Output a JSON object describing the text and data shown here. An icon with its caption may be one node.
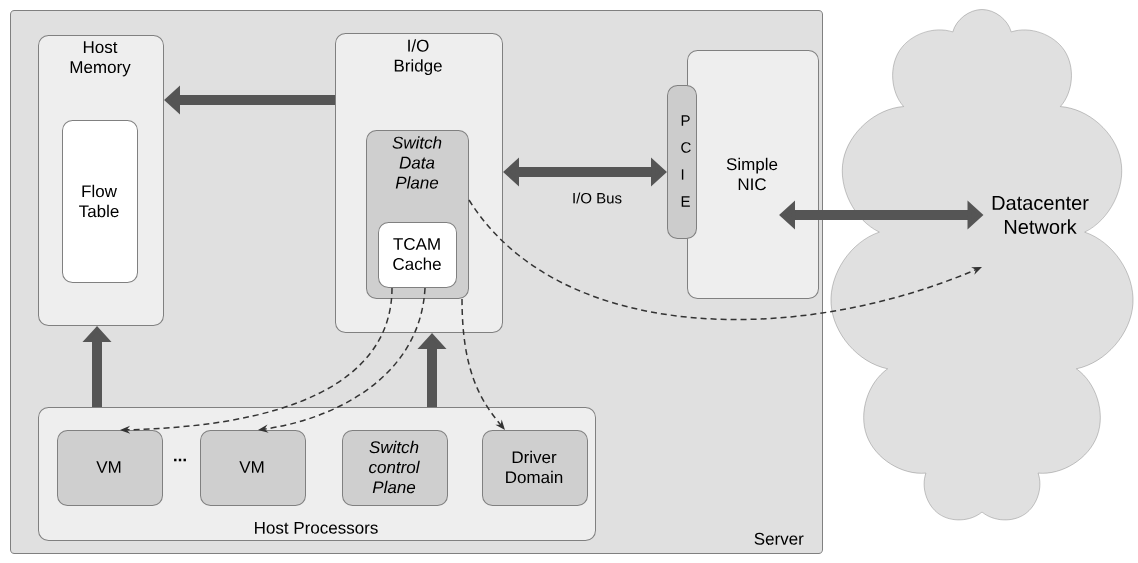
{
  "diagram": {
    "nodes": [
      {
        "text": [
          "Server"
        ]
      },
      {
        "text": [
          "Host Memory"
        ],
        "in": 0
      },
      {
        "text": [
          "Flow Table"
        ],
        "in": 1
      },
      {
        "text": [
          "I/O Bridge"
        ],
        "in": 0
      },
      {
        "text": [
          "Switch Data Plane"
        ],
        "in": 3
      },
      {
        "text": [
          "TCAM Cache"
        ],
        "in": 4
      },
      {
        "text": [
          "Simple NIC"
        ],
        "in": 0
      },
      {
        "text": [
          "P C I E"
        ],
        "in": 0
      },
      {
        "text": [
          "Host Processors"
        ],
        "in": 0
      },
      {
        "text": [
          "VM"
        ],
        "in": 8
      },
      {
        "text": [
          "VM"
        ],
        "in": 8
      },
      {
        "text": [
          "Switch control Plane"
        ],
        "in": 8
      },
      {
        "text": [
          "Driver Domain"
        ],
        "in": 8
      },
      {
        "text": [
          "Datacenter Network"
        ]
      }
    ],
    "edges": [
      {
        "from": 3,
        "to": 1,
        "arrow": "to"
      },
      {
        "from": 8,
        "to": 1,
        "arrow": "to"
      },
      {
        "from": 8,
        "to": 3,
        "arrow": "to"
      },
      {
        "from": 3,
        "to": 7,
        "arrow": "both",
        "label": "I/O Bus"
      },
      {
        "from": 6,
        "to": 13,
        "arrow": "both"
      },
      {
        "from": 5,
        "to": 9,
        "arrow": "to",
        "style": "dashed"
      },
      {
        "from": 5,
        "to": 10,
        "arrow": "to",
        "style": "dashed"
      },
      {
        "from": 4,
        "to": 12,
        "arrow": "to",
        "style": "dashed"
      },
      {
        "from": 4,
        "to": 13,
        "arrow": "to",
        "style": "dashed"
      }
    ],
    "labels": [
      "..."
    ]
  }
}
